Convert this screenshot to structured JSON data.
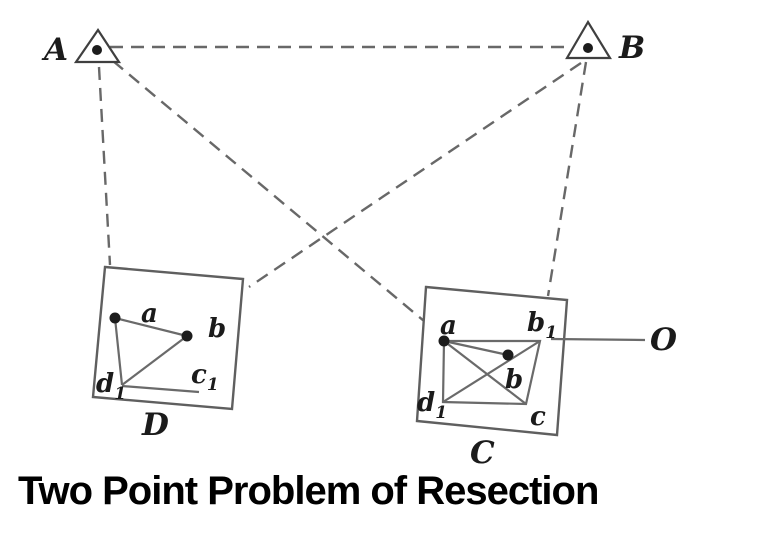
{
  "title": "Two Point Problem of Resection",
  "stations": {
    "A": "A",
    "B": "B"
  },
  "object_o": {
    "label": "O"
  },
  "sheet_D": {
    "label": "D",
    "points": {
      "a": "a",
      "b": "b",
      "c1_base": "c",
      "c1_sub": "1",
      "d1_base": "d",
      "d1_sub": "1"
    }
  },
  "sheet_C": {
    "label": "C",
    "points": {
      "a": "a",
      "b1_base": "b",
      "b1_sub": "1",
      "b": "b",
      "c": "c",
      "d1_base": "d",
      "d1_sub": "1"
    }
  },
  "colors": {
    "line_gray": "#686868",
    "ink": "#1b1b1b",
    "title_black": "#000000",
    "background": "#ffffff"
  }
}
